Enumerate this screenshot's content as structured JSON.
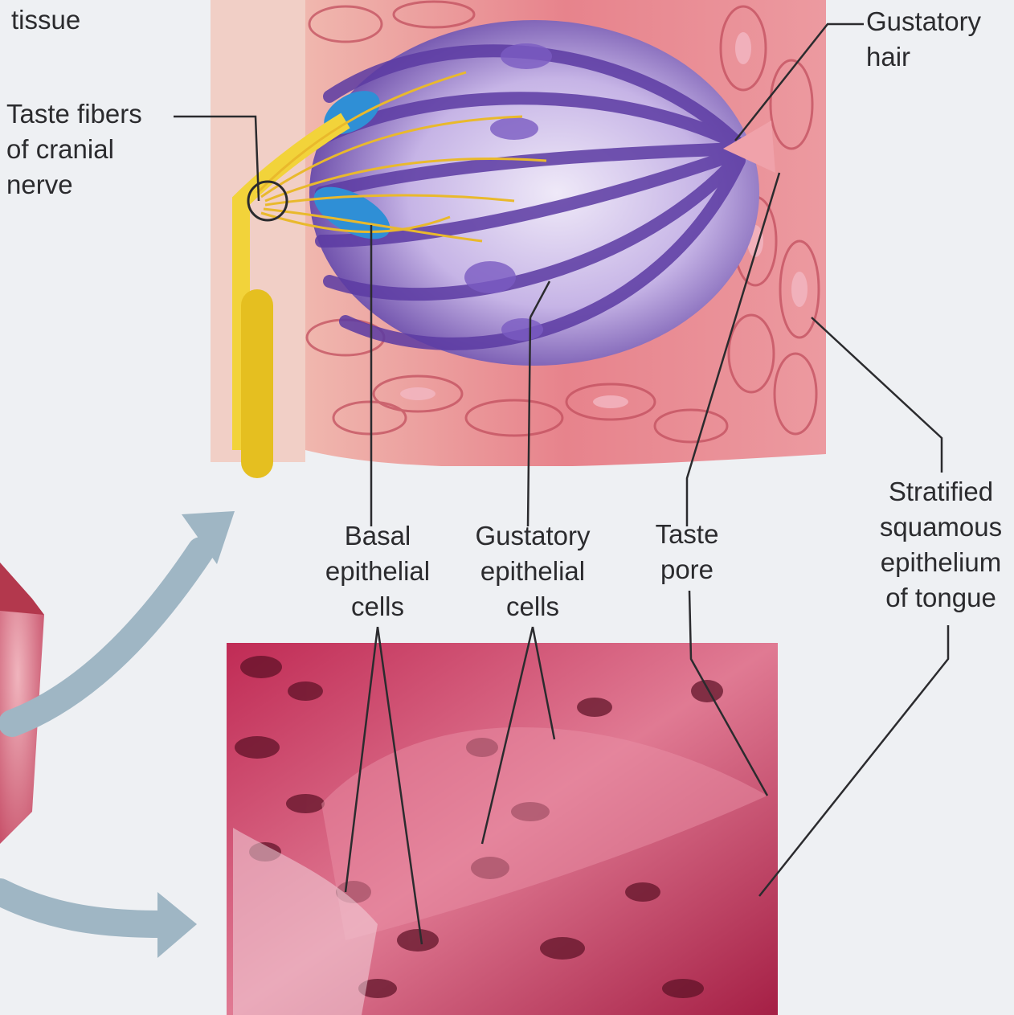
{
  "labels": {
    "tissue": [
      "tissue"
    ],
    "gustatory_hair": [
      "Gustatory",
      "hair"
    ],
    "taste_fibers": [
      "Taste fibers",
      "of cranial",
      "nerve"
    ],
    "basal_cells": [
      "Basal",
      "epithelial",
      "cells"
    ],
    "gustatory_cells": [
      "Gustatory",
      "epithelial",
      "cells"
    ],
    "taste_pore": [
      "Taste",
      "pore"
    ],
    "stratified_epithelium": [
      "Stratified",
      "squamous",
      "epithelium",
      "of tongue"
    ]
  },
  "colors": {
    "background": "#eef0f3",
    "epithelium_pink": "#e8858f",
    "taste_bud_purple": "#6a4bb0",
    "basal_cell_blue": "#2f8fd6",
    "nerve_yellow": "#f2d33a",
    "micrograph_magenta": "#b8284e",
    "arrow_blue": "#9fb6c4",
    "leader_line": "#2b2b2e"
  }
}
